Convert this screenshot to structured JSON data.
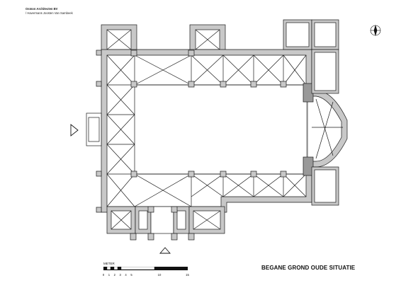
{
  "credits": {
    "line1": "Osmon Architecten BV",
    "line2": "/ Havermans Joosten Van Sambeek"
  },
  "drawing_title": "BEGANE GROND OUDE SITUATIE",
  "scale": {
    "label": "METER",
    "ticks": [
      "0",
      "1",
      "2",
      "3",
      "4",
      "5",
      "10",
      "15"
    ]
  },
  "icons": {
    "north": "north-arrow-icon",
    "entrance_west": "triangle-marker-icon",
    "entrance_south": "triangle-marker-icon"
  },
  "colors": {
    "wall": "#c8c8c8",
    "line": "#1a1a1a"
  }
}
